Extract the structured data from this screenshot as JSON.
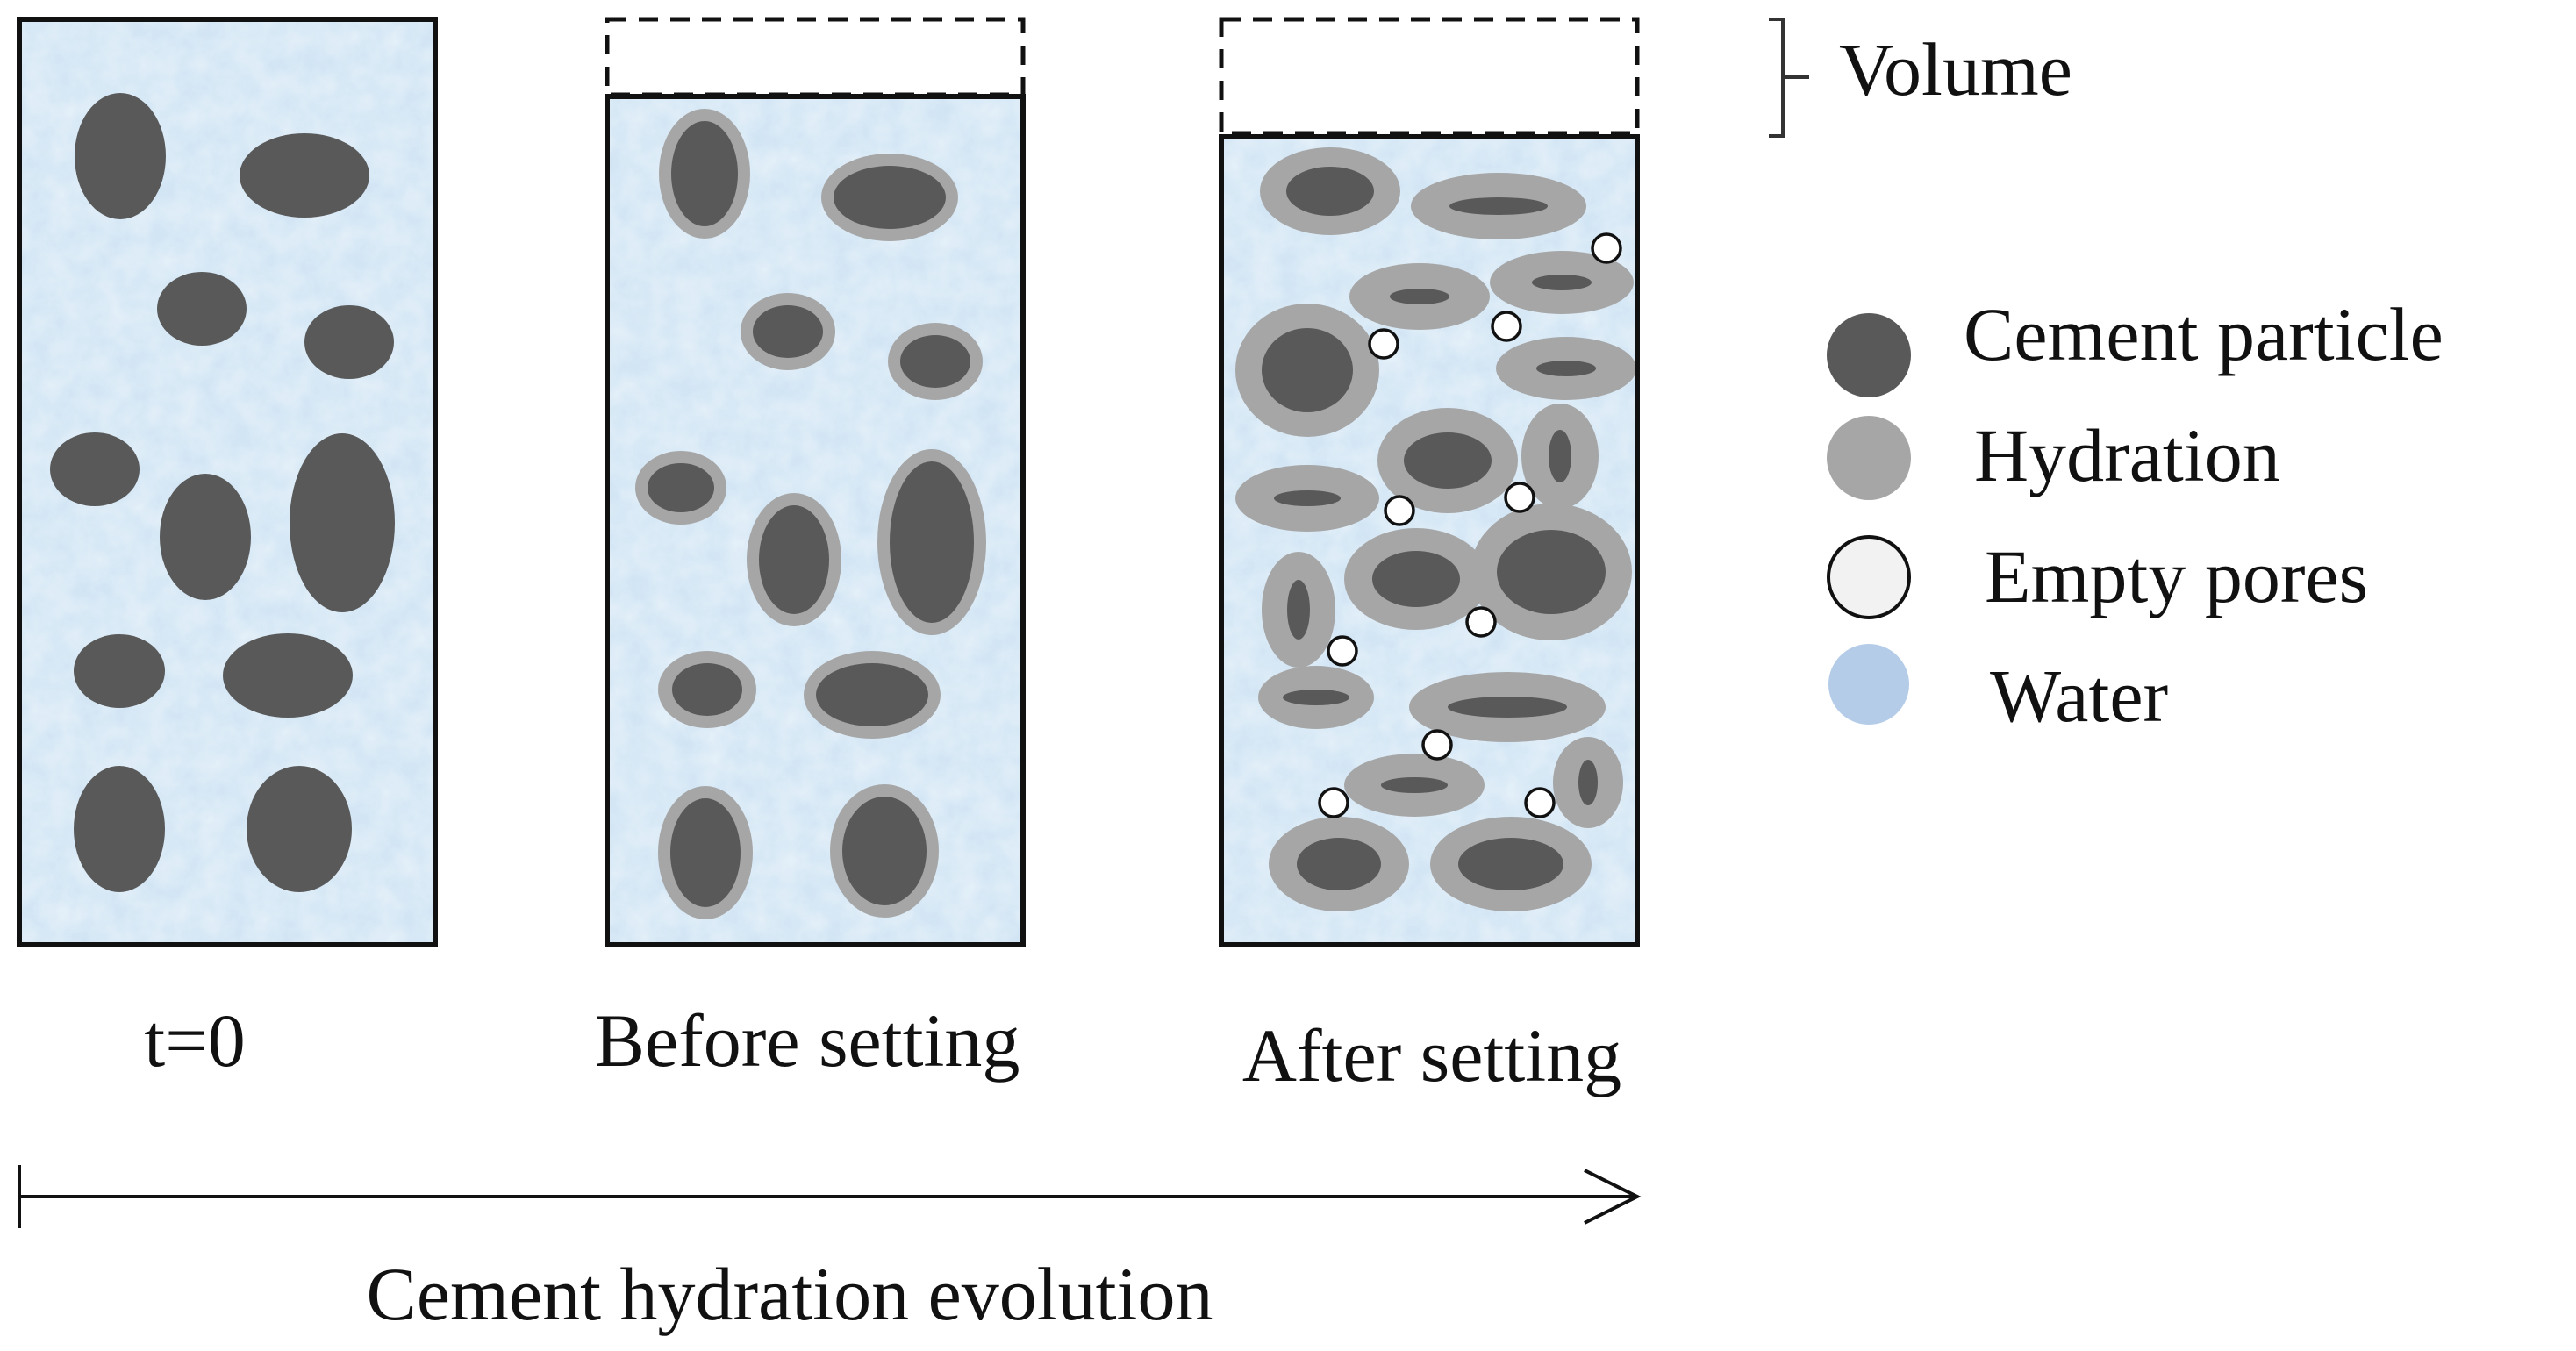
{
  "labels": {
    "stage_t0": "t=0",
    "stage_before": "Before setting",
    "stage_after": "After setting",
    "volume": "Volume",
    "evolution": "Cement hydration evolution"
  },
  "legend": {
    "items": [
      {
        "label": "Cement particle",
        "color": "#595959"
      },
      {
        "label": "Hydration",
        "color": "#a6a6a6"
      },
      {
        "label": "Empty pores",
        "color": "#f2f2f2"
      },
      {
        "label": "Water",
        "color": "#b4cce8"
      }
    ]
  },
  "colors": {
    "cement": "#595959",
    "hydration": "#a6a6a6",
    "pore": "#ffffff",
    "water": "#cfe3f3",
    "outline": "#111111"
  }
}
